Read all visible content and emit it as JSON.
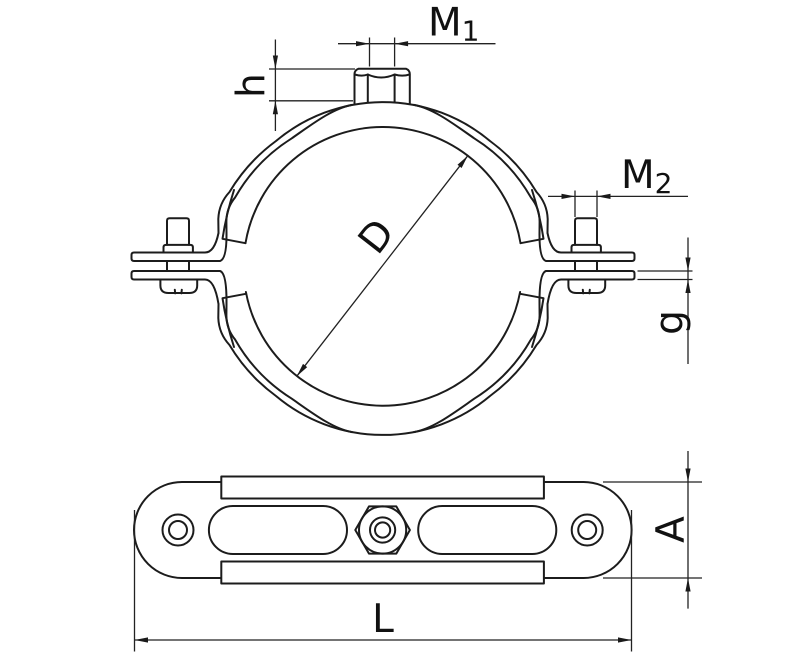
{
  "drawing": {
    "type": "technical-drawing",
    "subject": "pipe clamp with two screws and rubber lining, front view and top view",
    "background_color": "#ffffff",
    "line_color": "#1c1c1c"
  },
  "labels": {
    "m1": {
      "base": "M",
      "sub": "1"
    },
    "m2": {
      "base": "M",
      "sub": "2"
    },
    "d": "D",
    "h": "h",
    "g": "g",
    "a": "A",
    "l": "L"
  }
}
